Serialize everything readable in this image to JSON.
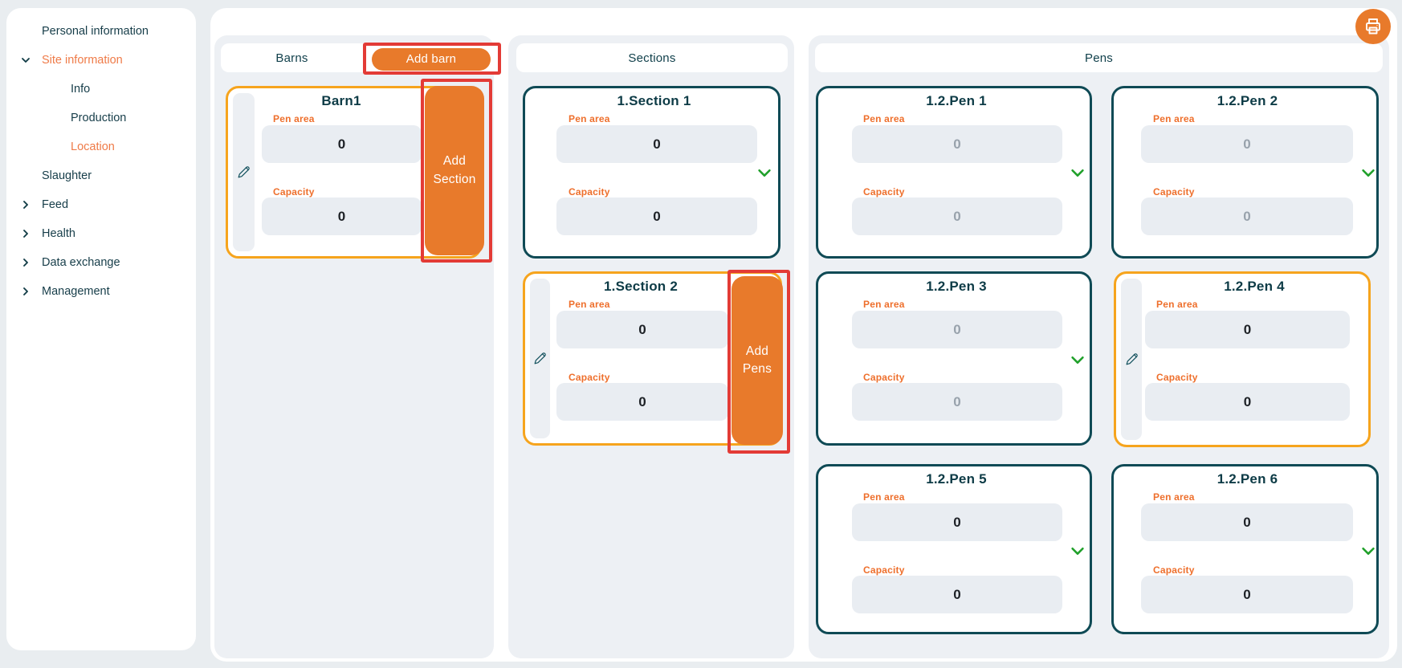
{
  "sidebar": {
    "items": [
      {
        "label": "Personal information",
        "level": 0,
        "chevron": "none",
        "active": false
      },
      {
        "label": "Site information",
        "level": 0,
        "chevron": "down",
        "active": true
      },
      {
        "label": "Info",
        "level": 1,
        "chevron": "none",
        "active": false
      },
      {
        "label": "Production",
        "level": 1,
        "chevron": "none",
        "active": false
      },
      {
        "label": "Location",
        "level": 1,
        "chevron": "none",
        "active": true
      },
      {
        "label": "Slaughter",
        "level": 0,
        "chevron": "none",
        "active": false
      },
      {
        "label": "Feed",
        "level": 0,
        "chevron": "right",
        "active": false
      },
      {
        "label": "Health",
        "level": 0,
        "chevron": "right",
        "active": false
      },
      {
        "label": "Data exchange",
        "level": 0,
        "chevron": "right",
        "active": false
      },
      {
        "label": "Management",
        "level": 0,
        "chevron": "right",
        "active": false
      }
    ]
  },
  "columns": {
    "barns": {
      "title": "Barns"
    },
    "sections": {
      "title": "Sections"
    },
    "pens": {
      "title": "Pens"
    }
  },
  "buttons": {
    "add_barn": "Add barn",
    "add_section": "Add Section",
    "add_pens": "Add Pens"
  },
  "labels": {
    "pen_area": "Pen area",
    "capacity": "Capacity"
  },
  "cards": {
    "barn1": {
      "title": "Barn1",
      "pen_area": "0",
      "capacity": "0"
    },
    "section1": {
      "title": "1.Section 1",
      "pen_area": "0",
      "capacity": "0"
    },
    "section2": {
      "title": "1.Section 2",
      "pen_area": "0",
      "capacity": "0"
    },
    "pen1": {
      "title": "1.2.Pen 1",
      "pen_area": "0",
      "capacity": "0"
    },
    "pen2": {
      "title": "1.2.Pen 2",
      "pen_area": "0",
      "capacity": "0"
    },
    "pen3": {
      "title": "1.2.Pen 3",
      "pen_area": "0",
      "capacity": "0"
    },
    "pen4": {
      "title": "1.2.Pen 4",
      "pen_area": "0",
      "capacity": "0"
    },
    "pen5": {
      "title": "1.2.Pen 5",
      "pen_area": "0",
      "capacity": "0"
    },
    "pen6": {
      "title": "1.2.Pen 6",
      "pen_area": "0",
      "capacity": "0"
    }
  },
  "icons": {
    "print": "printer-icon",
    "edit": "pencil-icon",
    "expand": "chevron-down-icon"
  },
  "colors": {
    "accent_orange": "#E87A2B",
    "selected_border": "#F6A41D",
    "teal_border": "#0F4A55",
    "text_dark": "#113C46",
    "label_orange": "#EE6F2C",
    "nav_active_orange": "#EF7B48",
    "highlight_red": "#E33B36",
    "chevron_green": "#1FA02A",
    "page_bg": "#E9EDF0",
    "container_bg": "#EDF0F4",
    "input_bg": "#E9EDF2",
    "muted_value": "#98A2AC"
  }
}
